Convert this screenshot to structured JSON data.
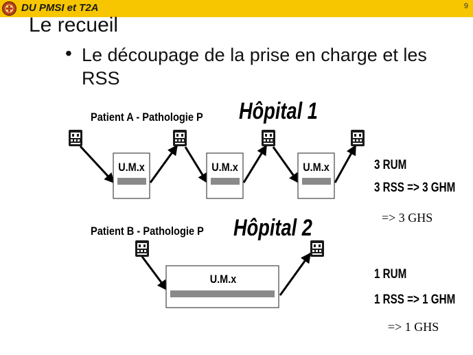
{
  "header": {
    "title": "DU PMSI et T2A",
    "page_number": "9"
  },
  "slide": {
    "title": "Le recueil",
    "bullet": "Le découpage de la prise en charge et les RSS"
  },
  "scenario_a": {
    "patient": "Patient A - Pathologie P",
    "hospital": "Hôpital 1",
    "units": [
      "U.M.x",
      "U.M.x",
      "U.M.x"
    ],
    "results": [
      "3 RUM",
      "3 RSS => 3 GHM",
      "=> 3 GHS"
    ]
  },
  "scenario_b": {
    "patient": "Patient B - Pathologie P",
    "hospital": "Hôpital 2",
    "units": [
      "U.M.x"
    ],
    "results": [
      "1 RUM",
      "1 RSS => 1 GHM",
      "=> 1 GHS"
    ]
  },
  "colors": {
    "header_bg": "#f7c600",
    "unit_bar": "#8a8a8a"
  },
  "icons": {
    "logo": "hospital-logo-icon",
    "patient": "patient-icon"
  }
}
